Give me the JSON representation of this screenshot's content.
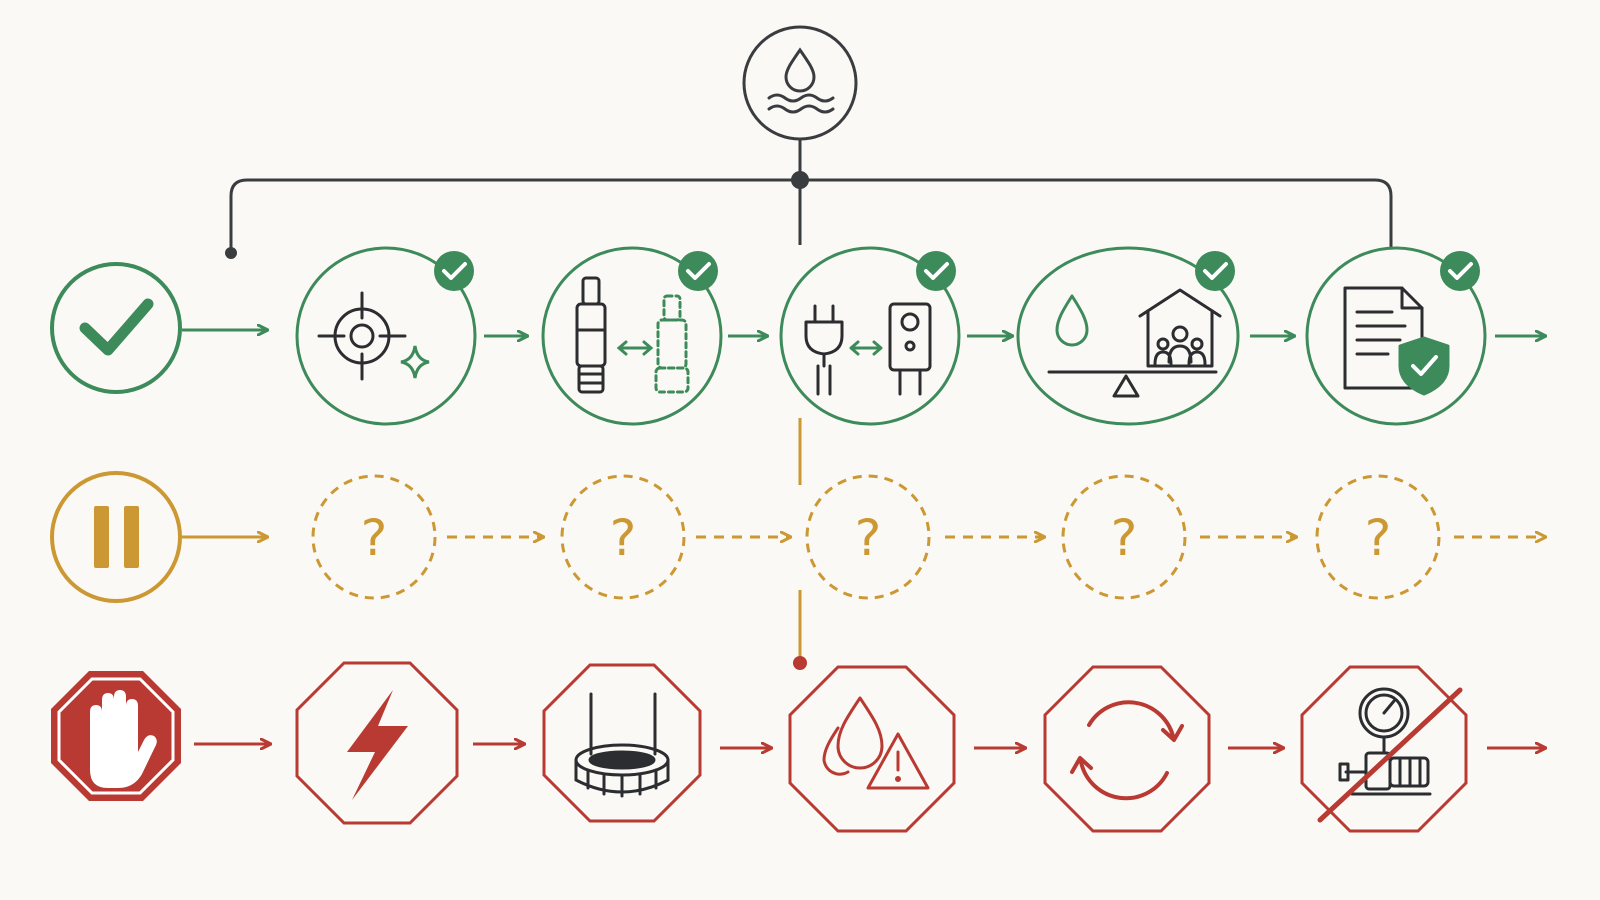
{
  "colors": {
    "background": "#fbf9f5",
    "connector": "#3a3d40",
    "proceed": "#3d8a5a",
    "pause": "#cc9833",
    "stop": "#b83a33"
  },
  "root": {
    "icon": "water-drop-waves-icon"
  },
  "rows": [
    {
      "status": "proceed",
      "status_icon": "checkmark-icon",
      "steps": [
        {
          "icon": "target-crosshair-sparkle-icon",
          "verified": true
        },
        {
          "icon": "pump-comparison-icon",
          "verified": true
        },
        {
          "icon": "plug-outlet-compatibility-icon",
          "verified": true
        },
        {
          "icon": "water-vs-household-balance-icon",
          "verified": true
        },
        {
          "icon": "document-shield-icon",
          "verified": true
        }
      ]
    },
    {
      "status": "pause",
      "status_icon": "pause-icon",
      "steps": [
        {
          "icon": "question-mark-icon",
          "label": "?"
        },
        {
          "icon": "question-mark-icon",
          "label": "?"
        },
        {
          "icon": "question-mark-icon",
          "label": "?"
        },
        {
          "icon": "question-mark-icon",
          "label": "?"
        },
        {
          "icon": "question-mark-icon",
          "label": "?"
        }
      ]
    },
    {
      "status": "stop",
      "status_icon": "stop-hand-icon",
      "steps": [
        {
          "icon": "lightning-bolt-icon"
        },
        {
          "icon": "suspended-float-ring-icon"
        },
        {
          "icon": "water-drops-warning-icon"
        },
        {
          "icon": "cycling-arrows-icon"
        },
        {
          "icon": "no-pressure-pump-icon"
        }
      ]
    }
  ]
}
